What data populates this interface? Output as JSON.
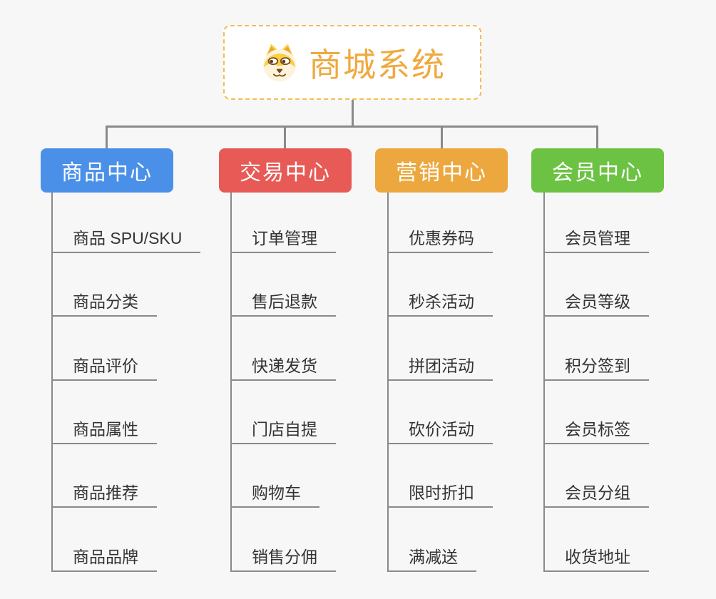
{
  "root": {
    "title": "商城系统",
    "icon": "dog-icon",
    "title_color": "#EFA93E",
    "border_color": "#F4BD55"
  },
  "connector_color": "#8A8A8A",
  "branches": [
    {
      "id": "product-center",
      "label": "商品中心",
      "color": "#4A90E8",
      "children": [
        "商品 SPU/SKU",
        "商品分类",
        "商品评价",
        "商品属性",
        "商品推荐",
        "商品品牌"
      ]
    },
    {
      "id": "trade-center",
      "label": "交易中心",
      "color": "#E85A55",
      "children": [
        "订单管理",
        "售后退款",
        "快递发货",
        "门店自提",
        "购物车",
        "销售分佣"
      ]
    },
    {
      "id": "marketing-center",
      "label": "营销中心",
      "color": "#ECA83F",
      "children": [
        "优惠券码",
        "秒杀活动",
        "拼团活动",
        "砍价活动",
        "限时折扣",
        "满减送"
      ]
    },
    {
      "id": "member-center",
      "label": "会员中心",
      "color": "#6CC243",
      "children": [
        "会员管理",
        "会员等级",
        "积分签到",
        "会员标签",
        "会员分组",
        "收货地址"
      ]
    }
  ]
}
